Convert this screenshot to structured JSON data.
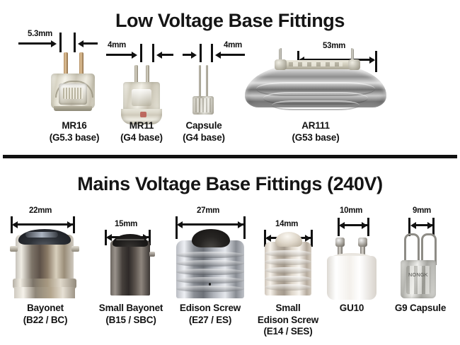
{
  "sections": [
    {
      "id": "low-voltage",
      "title": "Low Voltage Base Fittings",
      "items": [
        {
          "name": "MR16",
          "base": "(G5.3 base)",
          "dimension": "5.3mm",
          "icon": "mr16-lamp-icon"
        },
        {
          "name": "MR11",
          "base": "(G4 base)",
          "dimension": "4mm",
          "icon": "mr11-lamp-icon"
        },
        {
          "name": "Capsule",
          "base": "(G4 base)",
          "dimension": "4mm",
          "icon": "capsule-lamp-icon"
        },
        {
          "name": "AR111",
          "base": "(G53 base)",
          "dimension": "53mm",
          "icon": "ar111-lamp-icon"
        }
      ]
    },
    {
      "id": "mains-voltage",
      "title": "Mains Voltage Base Fittings (240V)",
      "items": [
        {
          "name": "Bayonet",
          "base": "(B22 / BC)",
          "dimension": "22mm",
          "icon": "b22-bayonet-cap-icon"
        },
        {
          "name": "Small Bayonet",
          "base": "(B15 / SBC)",
          "dimension": "15mm",
          "icon": "b15-small-bayonet-cap-icon"
        },
        {
          "name": "Edison Screw",
          "base": "(E27 / ES)",
          "dimension": "27mm",
          "icon": "e27-edison-screw-cap-icon"
        },
        {
          "name": "Small",
          "name2": "Edison Screw",
          "base": "(E14 / SES)",
          "dimension": "14mm",
          "icon": "e14-small-edison-screw-cap-icon"
        },
        {
          "name": "GU10",
          "base": "",
          "dimension": "10mm",
          "icon": "gu10-cap-icon"
        },
        {
          "name": "G9 Capsule",
          "base": "",
          "dimension": "9mm",
          "icon": "g9-capsule-cap-icon"
        }
      ]
    }
  ],
  "g9_glass_marking": "NONGK",
  "colors": {
    "background": "#ffffff",
    "text": "#121212",
    "divider": "#111111",
    "dimension_line": "#111111"
  }
}
